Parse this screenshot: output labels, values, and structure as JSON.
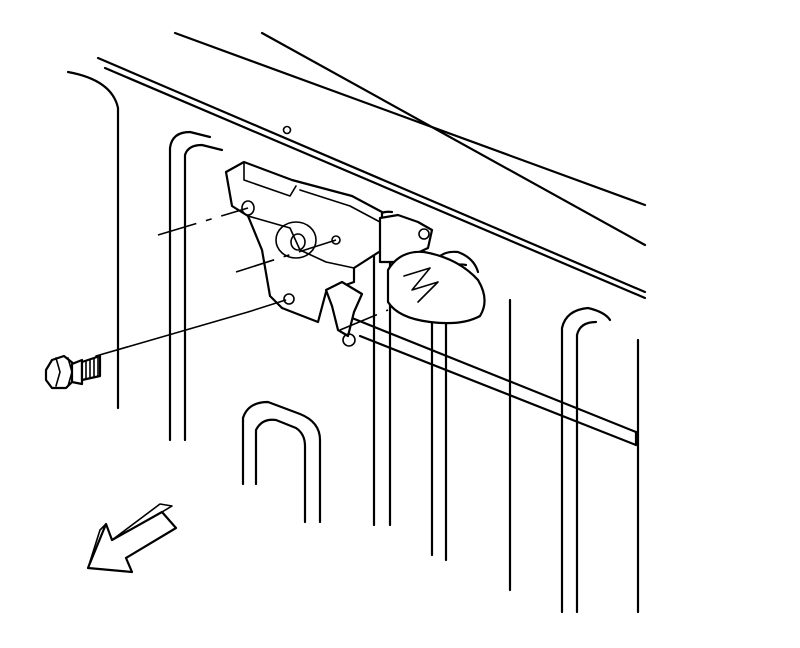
{
  "diagram": {
    "type": "exploded-assembly-illustration",
    "parts": [
      "tailgate-panel",
      "latch-assembly",
      "bolt",
      "striker",
      "latch-rod"
    ],
    "direction_arrow": "front"
  }
}
